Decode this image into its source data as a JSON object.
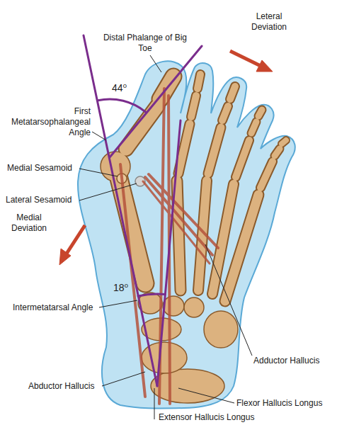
{
  "diagram": {
    "labels": [
      "Distal Phalange of Big Toe",
      "Leteral Deviation",
      "44⁰",
      "First Metatarsophalangeal Angle",
      "Medial Sesamoid",
      "Lateral Sesamoid",
      "Medial Deviation",
      "18⁰",
      "Intermetatarsal Angle",
      "Adductor Hallucis",
      "Abductor Hallucis",
      "Extensor Hallucis Longus",
      "Flexor Hallucis Longus"
    ]
  }
}
